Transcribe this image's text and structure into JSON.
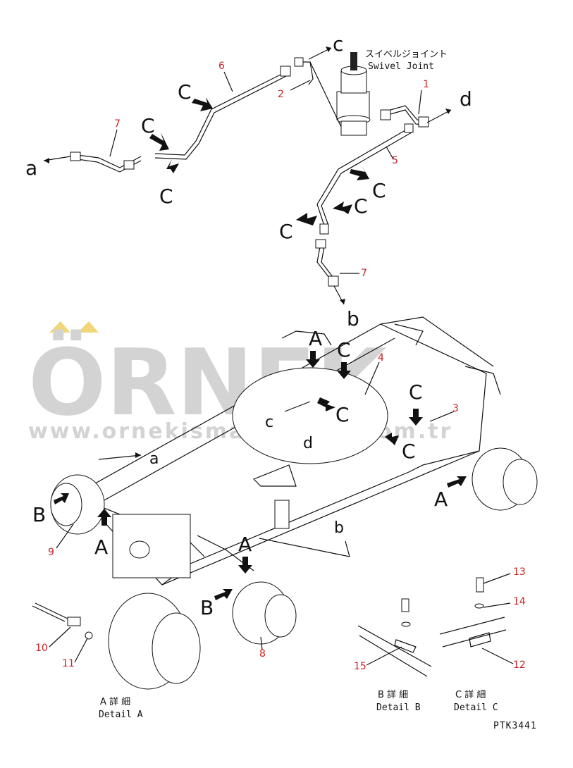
{
  "watermark": {
    "brand": "ÖRNEK",
    "url": "www.ornekismakinalari.com.tr",
    "accent_color": "#f1d67a",
    "text_color": "#d3d3d3"
  },
  "header_labels": {
    "swivel_joint_jp": "スイベルジョイント",
    "swivel_joint_en": "Swivel Joint"
  },
  "part_numbers": [
    "1",
    "2",
    "3",
    "4",
    "5",
    "6",
    "7",
    "7",
    "8",
    "9",
    "10",
    "11",
    "12",
    "13",
    "14",
    "15"
  ],
  "port_letters": {
    "c": "c",
    "d": "d",
    "a": "a",
    "b": "b"
  },
  "arrow_labels": {
    "C": "C",
    "A": "A",
    "B": "B"
  },
  "details": {
    "a_jp": "A 詳 細",
    "a_en": "Detail A",
    "b_jp": "B 詳 細",
    "b_en": "Detail B",
    "c_jp": "C 詳 細",
    "c_en": "Detail C"
  },
  "figure_code": "PTK3441"
}
